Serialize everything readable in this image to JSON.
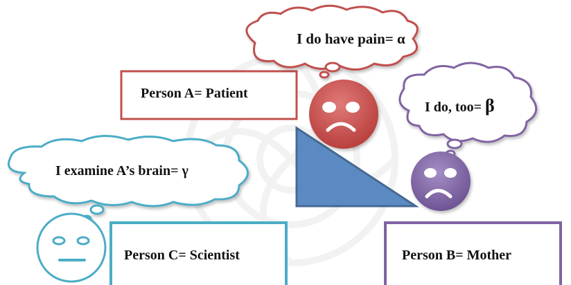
{
  "persons": {
    "a": {
      "label": "Person A= Patient",
      "color": "#c0504d"
    },
    "b": {
      "label": "Person B= Mother",
      "color": "#8064a2"
    },
    "c": {
      "label": "Person C= Scientist",
      "color": "#4bacc6"
    }
  },
  "thoughts": {
    "a": {
      "text": "I do  have pain= ",
      "symbol": "α"
    },
    "b": {
      "text": "I do, too= ",
      "symbol": "β"
    },
    "c": {
      "text": "I examine A’s brain= ",
      "symbol": "γ"
    }
  },
  "faces": {
    "a": {
      "expression": "sad",
      "fill": "#c0504d"
    },
    "b": {
      "expression": "sad",
      "fill": "#8064a2"
    },
    "c": {
      "expression": "neutral",
      "fill": "none"
    }
  },
  "triangle": {
    "fill": "#4f81bd",
    "stroke": "#385d8a"
  }
}
